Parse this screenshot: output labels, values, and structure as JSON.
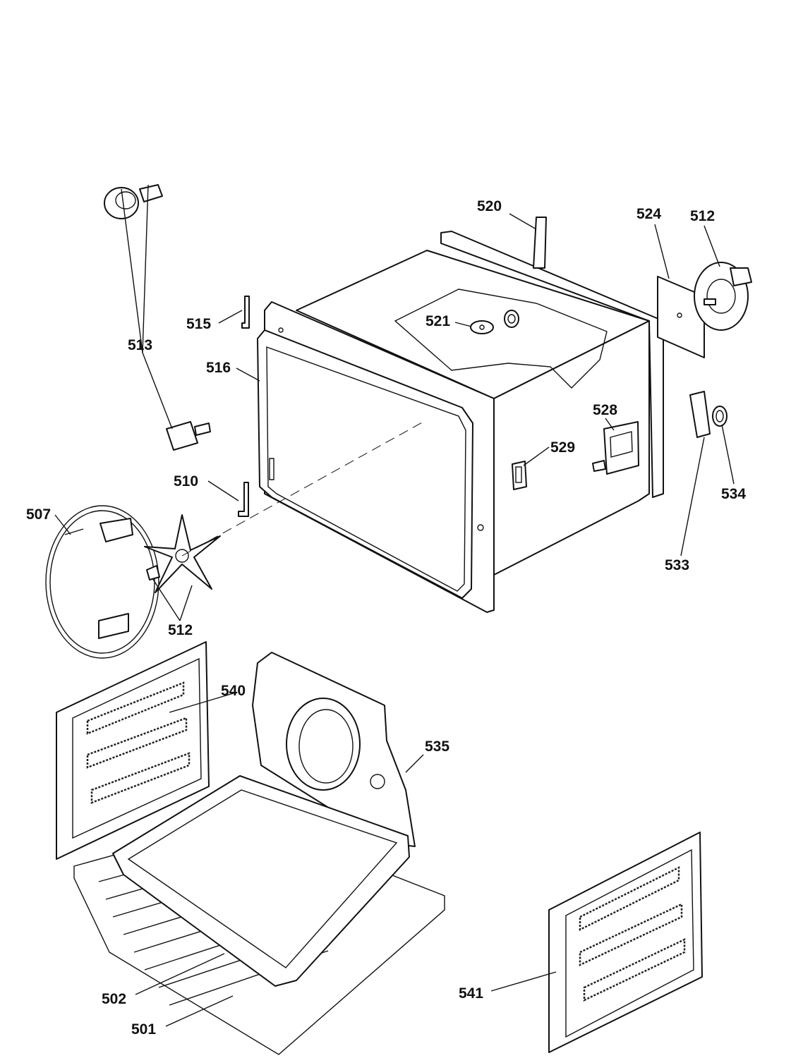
{
  "labels": {
    "p520": "520",
    "p524": "524",
    "p512_top": "512",
    "p515": "515",
    "p521": "521",
    "p513": "513",
    "p516": "516",
    "p528": "528",
    "p529": "529",
    "p510": "510",
    "p534": "534",
    "p507": "507",
    "p533": "533",
    "p512_bottom": "512",
    "p540": "540",
    "p535": "535",
    "p502": "502",
    "p541": "541",
    "p501": "501"
  }
}
